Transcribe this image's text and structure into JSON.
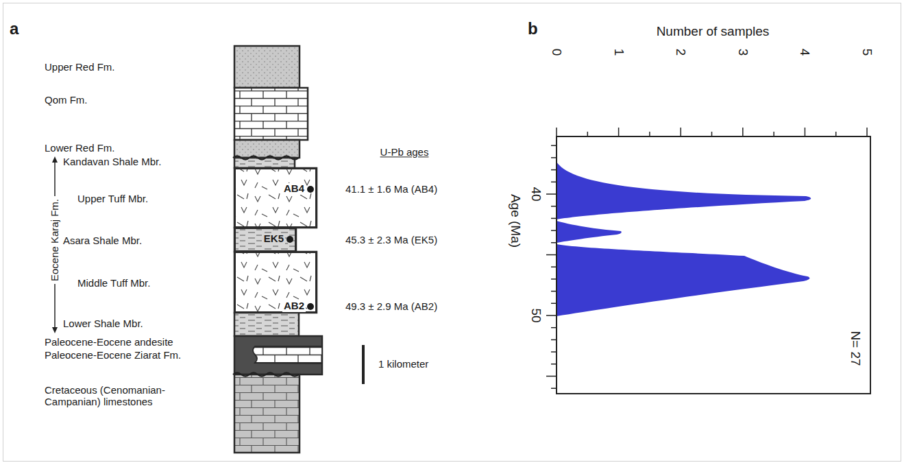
{
  "diagram": {
    "nodes": [
      {
        "text": [
          "AB4"
        ]
      },
      {
        "text": [
          "EK5"
        ]
      },
      {
        "text": [
          "AB2"
        ]
      }
    ],
    "labels": [
      "a",
      "b",
      "Upper Red Fm.",
      "Qom Fm.",
      "Lower Red Fm.",
      "Kandavan Shale Mbr.",
      "Upper Tuff Mbr.",
      "Asara Shale Mbr.",
      "Middle Tuff Mbr.",
      "Lower Shale Mbr.",
      "Paleocene-Eocene andesite",
      "Paleocene-Eocene Ziarat Fm.",
      "Cretaceous (Cenomanian-Campanian) limestones",
      "Eocene Karaj Fm.",
      "U-Pb ages",
      "41.1 ± 1.6 Ma (AB4)",
      "45.3 ± 2.3 Ma (EK5)",
      "49.3 ± 2.9 Ma (AB2)",
      "1 kilometer",
      "Number of samples",
      "0",
      "1",
      "2",
      "3",
      "4",
      "5",
      "Age (Ma)",
      "40",
      "50",
      "N= 27"
    ]
  }
}
